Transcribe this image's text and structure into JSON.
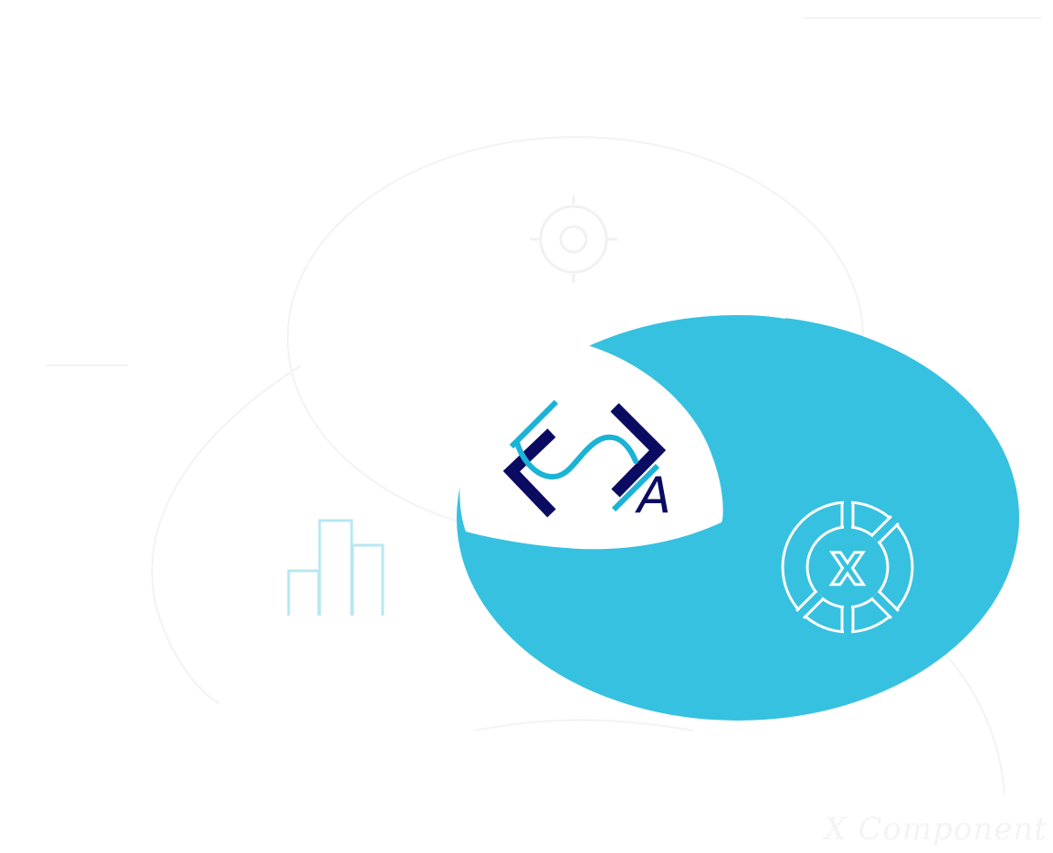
{
  "colors": {
    "background": "#ffffff",
    "accent_blue": "#36c1e0",
    "navy": "#0b0b62",
    "bar_chart_stroke": "#b6e8f2",
    "faint_line": "#f3f3f3"
  },
  "logo": {
    "brackets_icon": "angle-brackets-icon",
    "letter": "A"
  },
  "x_component_icon": {
    "icon": "segmented-ring-x-icon",
    "letter": "X"
  },
  "bar_chart_icon": "bar-chart-outline-icon",
  "caption": "X Component"
}
